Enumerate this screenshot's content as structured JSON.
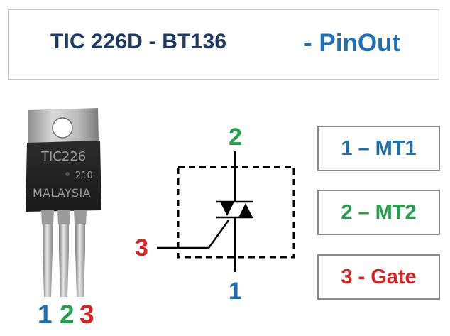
{
  "header": {
    "title": "TIC 226D - BT136",
    "subtitle": "- PinOut"
  },
  "package": {
    "marking_line1": "TIC226",
    "marking_line2": "210",
    "marking_line3": "MALAYSIA",
    "leg_labels": [
      "1",
      "2",
      "3"
    ]
  },
  "schematic": {
    "top_terminal": "2",
    "bottom_terminal": "1",
    "gate_terminal": "3"
  },
  "pin_legend": [
    {
      "text": "1 – MT1",
      "color": "#1e6fb5"
    },
    {
      "text": "2 – MT2",
      "color": "#1fa24a"
    },
    {
      "text": "3 - Gate",
      "color": "#d8221f"
    }
  ],
  "colors": {
    "title": "#1d3a63",
    "pinout": "#1e6fb5",
    "pin1": "#1e6fb5",
    "pin2": "#1fa24a",
    "pin3": "#d8221f"
  }
}
